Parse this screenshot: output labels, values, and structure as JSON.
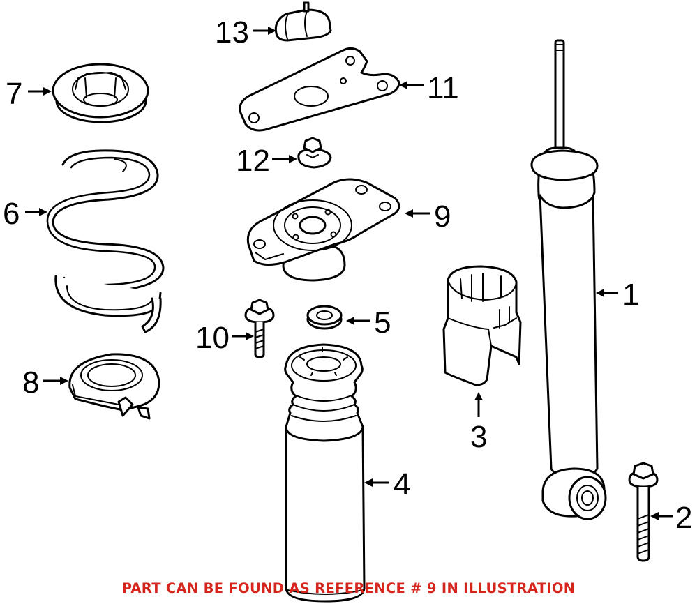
{
  "callouts": {
    "c1": "1",
    "c2": "2",
    "c3": "3",
    "c4": "4",
    "c5": "5",
    "c6": "6",
    "c7": "7",
    "c8": "8",
    "c9": "9",
    "c10": "10",
    "c11": "11",
    "c12": "12",
    "c13": "13"
  },
  "note": {
    "text": "PART CAN BE FOUND AS REFERENCE # 9 IN ILLUSTRATION",
    "color": "#d6251d"
  }
}
